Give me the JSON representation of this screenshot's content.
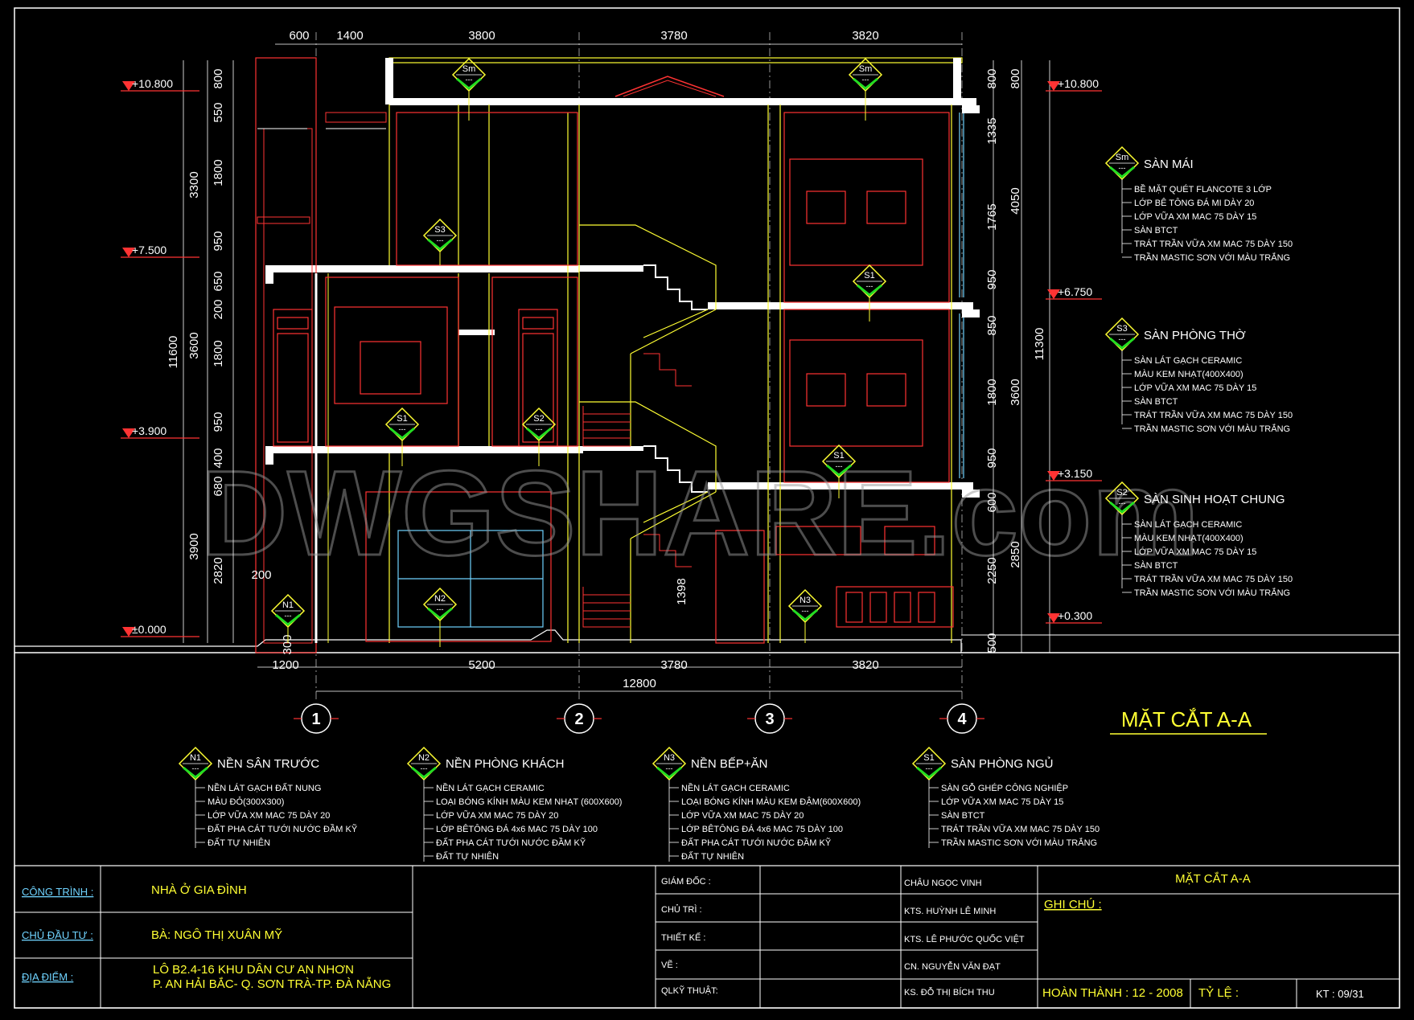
{
  "drawing_title": "MẶT CẮT A-A",
  "watermark": "DWGSHARE.com",
  "top_dims": [
    "600",
    "1400",
    "3800",
    "3780",
    "3820"
  ],
  "bottom_dims": [
    "1200",
    "5200",
    "3780",
    "3820"
  ],
  "total_dim": "12800",
  "left_dims_outer": [
    "3300",
    "3600",
    "3900"
  ],
  "left_dims_inner": [
    "800",
    "550",
    "1800",
    "950",
    "650",
    "200",
    "1800",
    "950",
    "400",
    "680",
    "2820"
  ],
  "left_total": "11600",
  "right_dims_inner": [
    "800",
    "1335",
    "1765",
    "950",
    "850",
    "1800",
    "950",
    "600",
    "2250",
    "500"
  ],
  "right_dims_outer": [
    "800",
    "4050",
    "3600",
    "2850"
  ],
  "right_total": "11300",
  "misc_dims": [
    "200",
    "300",
    "1398"
  ],
  "levels_left": [
    "+10.800",
    "+7.500",
    "+3.900",
    "±0.000"
  ],
  "levels_right": [
    "+10.800",
    "+6.750",
    "+3.150",
    "+0.300"
  ],
  "axes": [
    "1",
    "2",
    "3",
    "4"
  ],
  "tags": {
    "sm": "Sm",
    "s1": "S1",
    "s2": "S2",
    "s3": "S3",
    "n1": "N1",
    "n2": "N2",
    "n3": "N3",
    "dash": "---"
  },
  "legend_right": [
    {
      "tag": "Sm",
      "title": "SÀN MÁI",
      "lines": [
        "BỀ MẶT QUÉT FLANCOTE 3 LỚP",
        "LỚP BÊ TÔNG ĐÁ MI DÀY 20",
        "LỚP VỮA XM MAC 75 DÀY 15",
        "SÀN BTCT",
        "TRÁT TRẦN VỮA XM MAC 75 DÀY 150",
        "TRẦN MASTIC SƠN VỚI MÀU TRẮNG"
      ]
    },
    {
      "tag": "S3",
      "title": "SÀN PHÒNG THỜ",
      "lines": [
        "SÀN LÁT GẠCH CERAMIC",
        "MÀU KEM NHẠT(400X400)",
        "LỚP VỮA XM MAC 75 DÀY 15",
        "SÀN BTCT",
        "TRÁT TRẦN VỮA XM MAC 75 DÀY 150",
        "TRẦN MASTIC SƠN VỚI MÀU TRẮNG"
      ]
    },
    {
      "tag": "S2",
      "title": "SÀN SINH HOẠT CHUNG",
      "lines": [
        "SÀN LÁT GẠCH CERAMIC",
        "MÀU KEM NHẠT(400X400)",
        "LỚP VỮA XM MAC 75 DÀY 15",
        "SÀN BTCT",
        "TRÁT TRẦN VỮA XM MAC 75 DÀY 150",
        "TRẦN MASTIC SƠN VỚI MÀU TRẮNG"
      ]
    }
  ],
  "legend_bottom": [
    {
      "tag": "N1",
      "title": "NỀN SÂN TRƯỚC",
      "lines": [
        "NỀN LÁT GẠCH ĐẤT NUNG",
        "MÀU ĐỎ(300X300)",
        "LỚP VỮA XM MAC 75 DÀY 20",
        "ĐẤT PHA CÁT TƯỚI NƯỚC ĐẦM KỸ",
        "ĐẤT TỰ NHIÊN"
      ]
    },
    {
      "tag": "N2",
      "title": "NỀN PHÒNG KHÁCH",
      "lines": [
        "NỀN LÁT GẠCH CERAMIC",
        "LOẠI BÓNG KÍNH MÀU KEM NHẠT (600X600)",
        "LỚP VỮA XM MAC 75 DÀY 20",
        "LỚP BÊTÔNG ĐÁ 4x6 MAC 75 DÀY 100",
        "ĐẤT PHA CÁT TƯỚI NƯỚC ĐẦM KỸ",
        "ĐẤT TỰ NHIÊN"
      ]
    },
    {
      "tag": "N3",
      "title": "NỀN BẾP+ĂN",
      "lines": [
        "NỀN LÁT GẠCH CERAMIC",
        "LOẠI BÓNG KÍNH MÀU KEM ĐẬM(600X600)",
        "LỚP VỮA XM MAC 75 DÀY 20",
        "LỚP BÊTÔNG ĐÁ 4x6  MAC 75 DÀY 100",
        "ĐẤT PHA CÁT TƯỚI NƯỚC ĐẦM KỸ",
        "ĐẤT TỰ NHIÊN"
      ]
    },
    {
      "tag": "S1",
      "title": "SÀN PHÒNG NGỦ",
      "lines": [
        "SÀN GỖ GHÉP CÔNG NGHIỆP",
        "LỚP VỮA XM MAC 75 DÀY 15",
        "SÀN BTCT",
        "TRÁT TRẦN VỮA XM MAC 75 DÀY 150",
        "TRẦN MASTIC SƠN VỚI MÀU TRẮNG"
      ]
    }
  ],
  "title_block": {
    "cong_trinh_label": "CÔNG TRÌNH :",
    "cong_trinh": "NHÀ Ở GIA ĐÌNH",
    "chu_dau_tu_label": "CHỦ ĐẦU TƯ :",
    "chu_dau_tu": "BÀ: NGÔ THỊ XUÂN MỸ",
    "dia_diem_label": "ĐỊA ĐIỂM :",
    "dia_diem_1": "LÔ B2.4-16 KHU DÂN CƯ AN NHƠN",
    "dia_diem_2": "P. AN HẢI BẮC- Q. SƠN TRÀ-TP. ĐÀ NẴNG",
    "roles": [
      "GIÁM ĐỐC :",
      "CHỦ TRÌ :",
      "THIẾT KẾ :",
      "VẼ :",
      "QLKỸ THUẬT:"
    ],
    "names": [
      "CHÂU NGỌC VINH",
      "KTS. HUỲNH LÊ MINH",
      "KTS. LÊ PHƯỚC QUỐC VIỆT",
      "CN. NGUYỄN VĂN ĐẠT",
      "KS. ĐỖ THỊ BÍCH THU"
    ],
    "sheet_title": "MẶT CẮT A-A",
    "ghi_chu_label": "GHI CHÚ :",
    "hoan_thanh": "HOÀN THÀNH : 12 - 2008",
    "ty_le": "TỶ LỆ :",
    "kt": "KT : 09/31"
  }
}
